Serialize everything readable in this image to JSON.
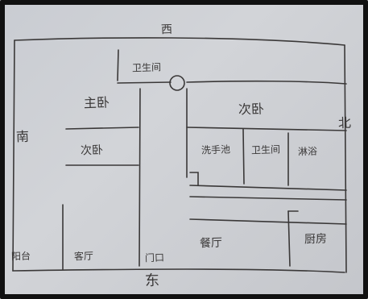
{
  "directions": {
    "west": "西",
    "east": "东",
    "south": "南",
    "north": "北"
  },
  "rooms": {
    "bathroom_top": "卫生间",
    "master_bedroom": "主卧",
    "second_bedroom_right": "次卧",
    "second_bedroom_left": "次卧",
    "laundry": "洗手池",
    "toilet": "卫生间",
    "shower": "淋浴",
    "balcony": "阳台",
    "living_room": "客厅",
    "entrance": "门口",
    "dining_room": "餐厅",
    "kitchen": "厨房"
  },
  "colors": {
    "paper": "#cfd1d6",
    "ink": "#3a3838",
    "border": "#111111"
  }
}
